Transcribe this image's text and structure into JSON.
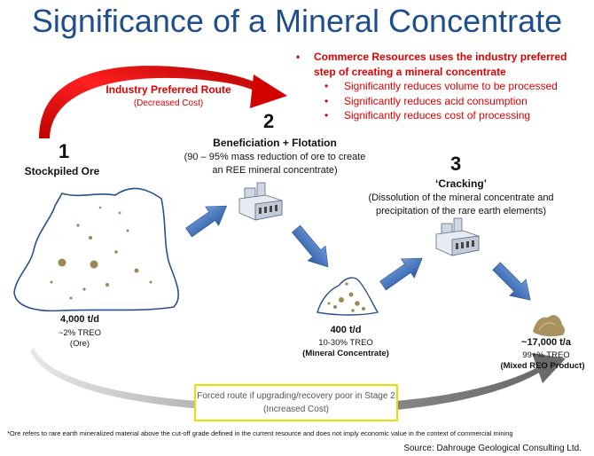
{
  "title": "Significance of a Mineral Concentrate",
  "bullets": {
    "main": "Commerce Resources uses the industry preferred step of creating a mineral concentrate",
    "subs": [
      "Significantly reduces volume to be processed",
      "Significantly reduces acid consumption",
      "Significantly reduces cost of processing"
    ]
  },
  "route": {
    "label": "Industry Preferred Route",
    "sublabel": "(Decreased Cost)"
  },
  "stage1": {
    "number": "1",
    "label": "Stockpiled Ore",
    "rate": "4,000 t/d",
    "grade": "~2% TREO",
    "material": "(Ore)"
  },
  "stage2": {
    "number": "2",
    "label": "Beneficiation + Flotation",
    "note": "(90 – 95% mass reduction of ore to create an REE mineral concentrate)",
    "rate": "400 t/d",
    "grade": "10-30% TREO",
    "material": "(Mineral Concentrate)"
  },
  "stage3": {
    "number": "3",
    "label": "‘Cracking’",
    "note": "(Dissolution of  the mineral concentrate and precipitation of the rare earth elements)",
    "rate": "~17,000 t/a",
    "grade": "99+% TREO",
    "material": "(Mixed REO Product)"
  },
  "forced": {
    "label": "Forced route if upgrading/recovery poor in Stage 2",
    "sublabel": "(Increased Cost)"
  },
  "footnote": "*Ore refers to rare earth mineralized material above the cut-off grade defined in the current resource and does not imply economic value in the context of commercial mining",
  "source": "Source: Dahrouge Geological Consulting Ltd.",
  "colors": {
    "title": "#1f4e8c",
    "accent": "#e00000",
    "arrow": "#3b6fbf",
    "ore": "#9c8a55"
  }
}
